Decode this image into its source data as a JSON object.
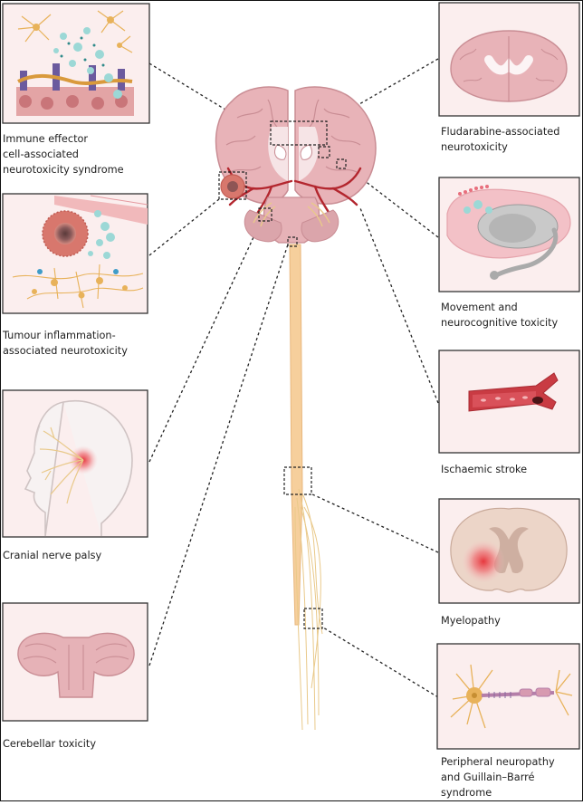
{
  "panels": {
    "icans": {
      "lines": [
        "Immune effector",
        "cell-associated",
        "neurotoxicity syndrome"
      ]
    },
    "tian": {
      "lines": [
        "Tumour inflammation-",
        "associated neurotoxicity"
      ]
    },
    "cranial": {
      "lines": [
        "Cranial nerve palsy"
      ]
    },
    "cerebellar": {
      "lines": [
        "Cerebellar toxicity"
      ]
    },
    "fludarabine": {
      "lines": [
        "Fludarabine-associated",
        "neurotoxicity"
      ]
    },
    "movement": {
      "lines": [
        "Movement and",
        "neurocognitive toxicity"
      ]
    },
    "stroke": {
      "lines": [
        "Ischaemic stroke"
      ]
    },
    "myelopathy": {
      "lines": [
        "Myelopathy"
      ]
    },
    "peripheral": {
      "lines": [
        "Peripheral neuropathy",
        "and Guillain–Barré",
        "syndrome"
      ]
    }
  },
  "colors": {
    "panel_bg": "#fbeeee",
    "brain": "#e8b3b8",
    "brain_dark": "#c98d94",
    "vessel": "#b3262e",
    "cord": "#f6cf9c",
    "nerve": "#e9c98a",
    "inflammation": "#e6373d"
  }
}
